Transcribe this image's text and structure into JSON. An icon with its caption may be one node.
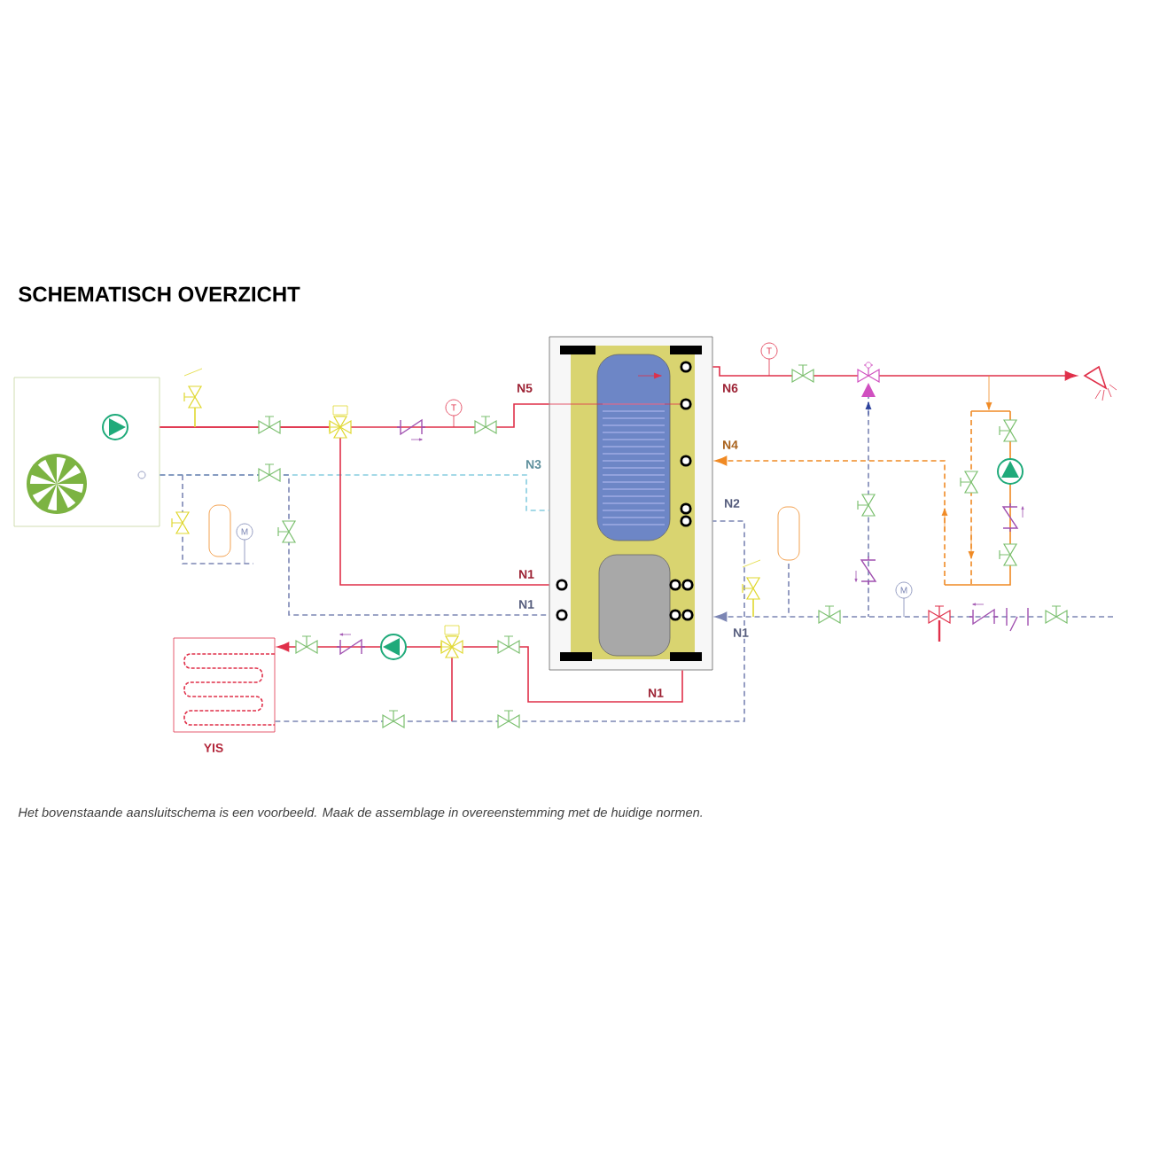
{
  "diagram": {
    "title": "SCHEMATISCH OVERZICHT",
    "caption": "Het bovenstaande aansluitschema is een voorbeeld. Maak de assemblage in overeenstemming met de huidige normen.",
    "nodes": [
      {
        "text": [],
        "shape": "box"
      },
      {
        "text": [],
        "shape": "picture"
      },
      {
        "text": [],
        "shape": "box",
        "beside": [
          "YIS"
        ]
      },
      {
        "text": [],
        "shape": "picture"
      }
    ],
    "edges": [
      {
        "from": 0,
        "to": 1,
        "arrow": "none",
        "label": "N5",
        "color": "#e0304a"
      },
      {
        "from": 0,
        "to": 1,
        "arrow": "none",
        "label": "N3",
        "style": "dashed",
        "color": "#86cde0"
      },
      {
        "from": 0,
        "to": 1,
        "arrow": "none",
        "label": "N1",
        "color": "#e0304a"
      },
      {
        "from": 0,
        "to": 1,
        "arrow": "none",
        "label": "N1",
        "style": "dashed",
        "color": "#7c86b4"
      },
      {
        "from": 1,
        "to": 3,
        "arrow": "to",
        "label": "N6",
        "color": "#e0304a"
      },
      {
        "from": null,
        "to": 1,
        "arrow": "to",
        "label": "N4",
        "style": "dashed",
        "color": "#f08a24"
      },
      {
        "from": null,
        "to": 1,
        "arrow": "to",
        "label": "N1",
        "style": "dashed",
        "color": "#7c86b4"
      },
      {
        "from": 2,
        "to": 1,
        "arrow": "none",
        "label": "N2",
        "style": "dashed",
        "color": "#7c86b4"
      },
      {
        "from": 1,
        "to": 2,
        "arrow": "to",
        "label": "N1",
        "color": "#e0304a"
      }
    ],
    "labels": [
      "T",
      "T",
      "M",
      "M"
    ]
  }
}
